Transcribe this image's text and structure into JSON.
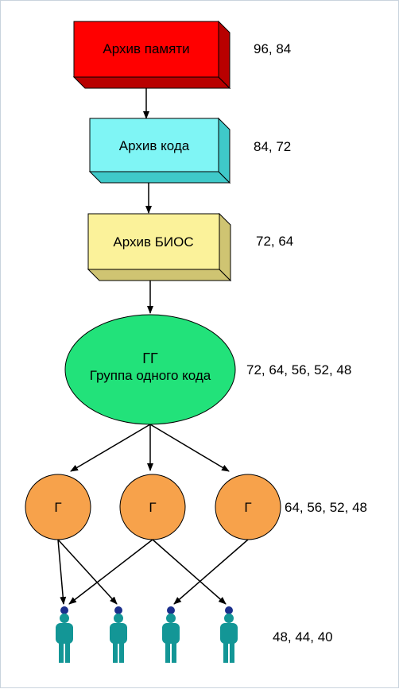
{
  "boxes": [
    {
      "label": "Архив памяти",
      "range": "96, 84",
      "color": "#ff0000"
    },
    {
      "label": "Архив кода",
      "range": "84, 72",
      "color": "#7ff5f5"
    },
    {
      "label": "Архив БИОС",
      "range": "72, 64",
      "color": "#fbf29a"
    }
  ],
  "group": {
    "line1": "ГГ",
    "line2": "Группа одного кода",
    "range": "72, 64, 56, 52, 48",
    "color": "#22e27a"
  },
  "g_nodes": {
    "label": "Г",
    "range": "64, 56, 52, 48",
    "color": "#f7a24b"
  },
  "people": {
    "range": "48, 44, 40",
    "body_color": "#139696",
    "head_color": "#1b2f8c"
  }
}
